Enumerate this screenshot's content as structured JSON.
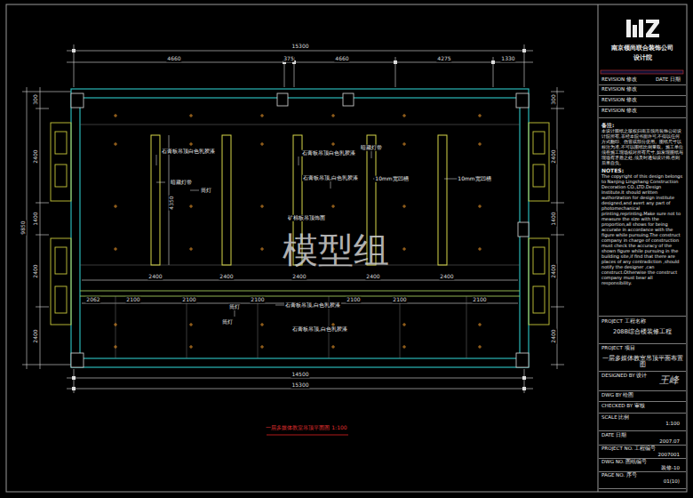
{
  "diagram": {
    "nodes": [
      {
        "text": [
          "南京领尚联合装饰公司",
          "设计院"
        ]
      },
      {
        "text": [
          "REVISION 修改",
          "DATE 日期"
        ]
      },
      {
        "text": [
          "REVISION 修改"
        ]
      },
      {
        "text": [
          "REVISION 修改"
        ]
      },
      {
        "text": [
          "REVISION 修改"
        ]
      },
      {
        "text": [
          "备注:",
          "本设计图纸之版权归南京领尚装饰公司设计院所有,非经本院书面许可,不得以任何方式翻印、仿冒或部分使用。图纸尺寸以标注为准,不可以图纸比例量取。施工单位须在施工现场核对所有尺寸,如发现图纸与现场有矛盾之处,须及时通知设计师,否则后果自负。",
          "NOTES:",
          "The copyright of this design belongs to Nanjing Lingshang Construction Decoration CO.,LTD.Design Institute.It should written authorization for design institute designed,and avert any part of photomechanical printing,reprinting.Make sure not to measure the size with the proportion,all shows for being accurate in accordance with the figure while pursuing.The construct company in charge of construction must check the accuracy of the shown figure while pursuing in the building site,if find that there are places of any contradiction ,should notify the designer ,can construct.Otherwise the construct company must bear all responsibility."
        ]
      },
      {
        "text": [
          "PROJECT 工程名称",
          "208B综合楼装修工程"
        ]
      },
      {
        "text": [
          "PROJECT 项目",
          "一层多媒体教室吊顶平面布置图"
        ]
      },
      {
        "text": [
          "DESIGNED BY 设计",
          "王峰"
        ]
      },
      {
        "text": [
          "DWG BY 绘图"
        ]
      },
      {
        "text": [
          "CHECKED BY 审核"
        ]
      },
      {
        "text": [
          "SCALE 比例",
          "1:100"
        ]
      },
      {
        "text": [
          "DATE 日期",
          "2007.07"
        ]
      },
      {
        "text": [
          "PROJECT NO. 工程编号",
          "2007001"
        ]
      },
      {
        "text": [
          "DWG NO. 图纸编号",
          "装修-10"
        ]
      },
      {
        "text": [
          "PAGE NO. 序号",
          "01(10)"
        ]
      }
    ],
    "labels": [
      "15300",
      "4660",
      "375",
      "4660",
      "4275",
      "1330",
      "14500",
      "15300",
      "9850",
      "300",
      "2400",
      "1400",
      "2400",
      "2400",
      "300",
      "2400",
      "1400",
      "2400",
      "2400",
      "2400",
      "2400",
      "2400",
      "2400",
      "2400",
      "2062",
      "2100",
      "2100",
      "2100",
      "2100",
      "2100",
      "2100",
      "4350",
      "石膏板吊顶白色乳胶漆",
      "暗藏灯带",
      "筒灯",
      "石膏板吊顶白色乳胶漆",
      "暗藏灯带",
      "石膏板吊顶,白色乳胶漆",
      "10mm宽凹槽",
      "10mm宽凹槽",
      "矿棉板吊顶饰面",
      "石膏板吊顶,白色乳胶漆",
      "筒灯",
      "石膏板吊顶,白色乳胶漆",
      "筒灯",
      "一层多媒体教室吊顶平面图 1:100",
      "模型组"
    ]
  }
}
